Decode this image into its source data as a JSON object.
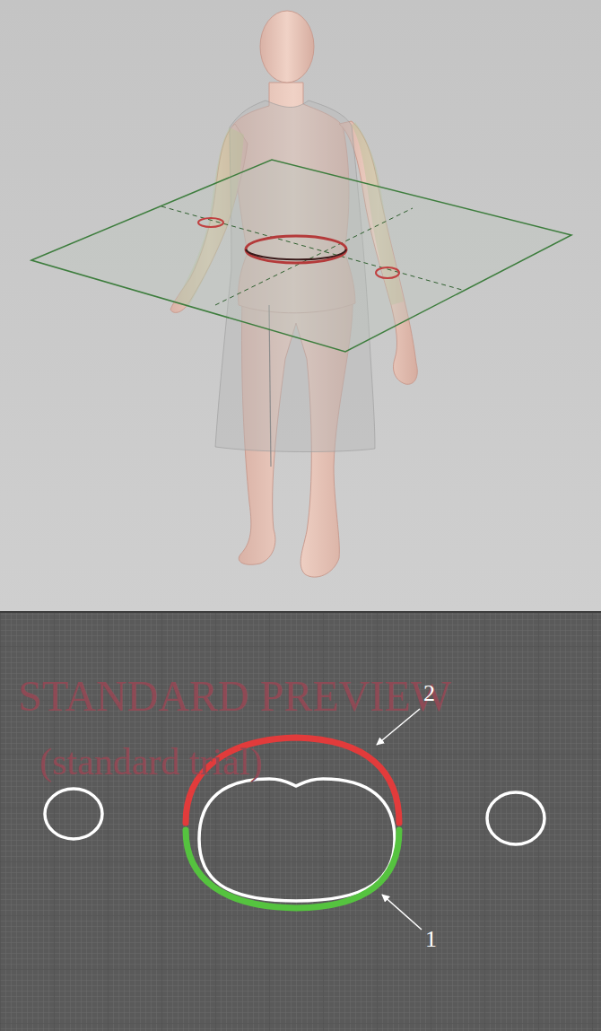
{
  "diagram": {
    "labels": [
      "STANDARD PREVIEW",
      "(standard trial)",
      "2",
      "1"
    ]
  }
}
